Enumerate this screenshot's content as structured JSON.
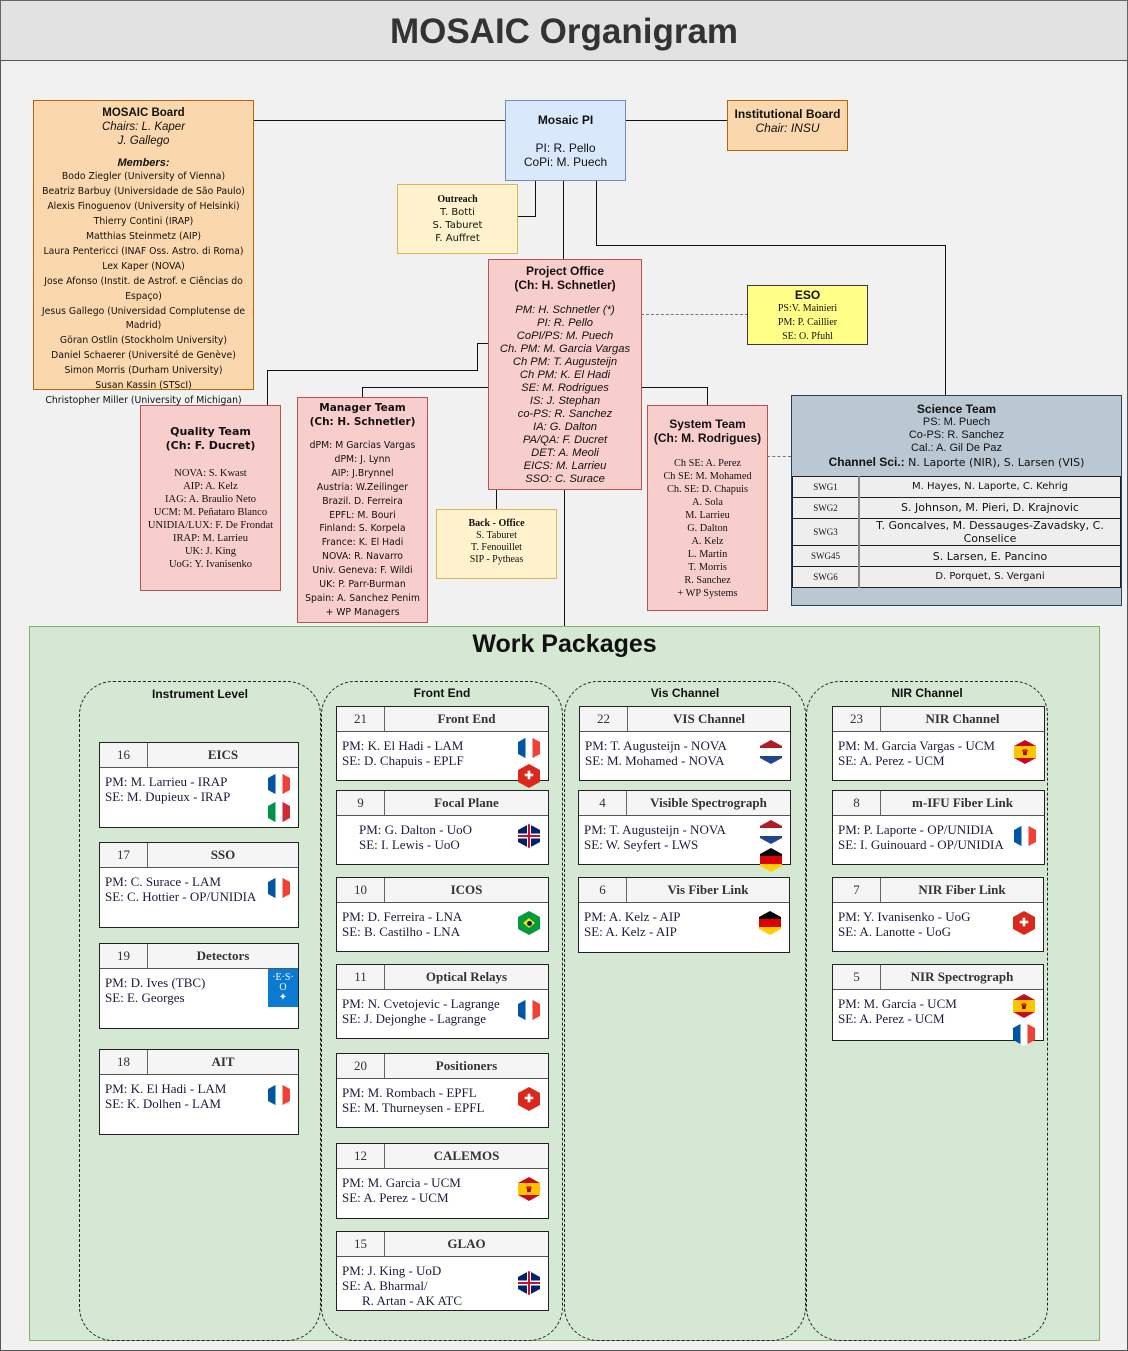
{
  "title": "MOSAIC Organigram",
  "colors": {
    "board": "#fad7ac",
    "pi": "#dae8fc",
    "outreach": "#fff2cc",
    "eso": "#ffff88",
    "teams": "#f8cecc",
    "science": "#bac8d3",
    "work_packages": "#d5e8d4"
  },
  "board": {
    "title": "MOSAIC Board",
    "chairs": [
      "Chairs: L. Kaper",
      "J. Gallego"
    ],
    "members_label": "Members:",
    "members": [
      "Bodo Ziegler (University of Vienna)",
      "Beatriz Barbuy (Universidade de São Paulo)",
      "Alexis Finoguenov (University of Helsinki)",
      "Thierry Contini (IRAP)",
      "Matthias Steinmetz (AIP)",
      "Laura Pentericci (INAF Oss. Astro. di Roma)",
      "Lex Kaper (NOVA)",
      "Jose Afonso (Instit. de Astrof. e Ciências do Espaço)",
      "Jesus Gallego (Universidad Complutense de Madrid)",
      "Göran Ostlin (Stockholm University)",
      "Daniel Schaerer (Université de Genève)",
      "Simon Morris (Durham University)",
      "Susan Kassin (STScI)",
      "Christopher Miller (University of Michigan)"
    ]
  },
  "pi": {
    "title": "Mosaic PI",
    "lines": [
      "PI: R. Pello",
      "CoPi: M. Puech"
    ]
  },
  "institutional_board": {
    "title": "Institutional Board",
    "chair": "Chair: INSU"
  },
  "outreach": {
    "title": "Outreach",
    "members": [
      "T. Botti",
      "S. Taburet",
      "F. Auffret"
    ]
  },
  "project_office": {
    "title": "Project Office",
    "subtitle": "(Ch: H. Schnetler)",
    "members": [
      "PM: H. Schnetler (*)",
      "PI: R. Pello",
      "CoPI/PS: M. Puech",
      "Ch. PM: M. Garcia Vargas",
      "Ch PM: T. Augusteijn",
      "Ch PM: K. El Hadi",
      "SE: M. Rodrigues",
      "IS: J. Stephan",
      "co-PS: R. Sanchez",
      "IA: G. Dalton",
      "PA/QA: F. Ducret",
      "DET: A. Meoli",
      "EICS: M. Larrieu",
      "SSO: C. Surace"
    ]
  },
  "eso": {
    "title": "ESO",
    "members": [
      "PS:V. Mainieri",
      "PM: P. Caillier",
      "SE: O. Pfuhl"
    ]
  },
  "quality_team": {
    "title": "Quality Team",
    "subtitle": "(Ch: F. Ducret)",
    "members": [
      "NOVA: S. Kwast",
      "AIP: A. Kelz",
      "IAG: A. Braulio Neto",
      "UCM: M. Peñataro Blanco",
      "UNIDIA/LUX: F. De Frondat",
      "IRAP: M. Larrieu",
      "UK: J. King",
      "UoG: Y. Ivanisenko"
    ]
  },
  "manager_team": {
    "title": "Manager Team",
    "subtitle": "(Ch: H. Schnetler)",
    "members": [
      "dPM: M Garcias Vargas",
      "dPM: J. Lynn",
      "AIP: J.Brynnel",
      "Austria: W.Zeilinger",
      "Brazil. D. Ferreira",
      "EPFL: M. Bouri",
      "Finland: S. Korpela",
      "France: K. El Hadi",
      "NOVA: R. Navarro",
      "Univ. Geneva: F. Wildi",
      "UK: P. Parr-Burman",
      "Spain: A. Sanchez Penim",
      "+ WP Managers"
    ]
  },
  "back_office": {
    "title": "Back - Office",
    "members": [
      "S. Taburet",
      "T. Fenouillet",
      "SIP - Pytheas"
    ]
  },
  "system_team": {
    "title": "System Team",
    "subtitle": "(Ch: M. Rodrigues)",
    "members": [
      "Ch SE: A. Perez",
      "Ch SE: M. Mohamed",
      "Ch. SE: D. Chapuis",
      "A. Sola",
      "M. Larrieu",
      "G. Dalton",
      "A. Kelz",
      "L. Martin",
      "T. Morris",
      "R. Sanchez",
      "+ WP Systems"
    ]
  },
  "science_team": {
    "title": "Science Team",
    "lines": [
      "PS: M. Puech",
      "Co-PS: R. Sanchez",
      "Cal.: A. Gil De Paz"
    ],
    "channel_label": "Channel Sci.:",
    "channel_value": " N. Laporte (NIR), S. Larsen (VIS)",
    "swgs": [
      {
        "name": "SWG1",
        "members": "M. Hayes, N. Laporte, C. Kehrig"
      },
      {
        "name": "SWG2",
        "members": "S. Johnson, M. Pieri, D. Krajnovic"
      },
      {
        "name": "SWG3",
        "members": "T. Goncalves, M. Dessauges-Zavadsky, C. Conselice"
      },
      {
        "name": "SWG45",
        "members": "S. Larsen, E. Pancino"
      },
      {
        "name": "SWG6",
        "members": "D. Porquet, S. Vergani"
      }
    ]
  },
  "work_packages": {
    "title": "Work Packages",
    "groups": [
      {
        "title": "Instrument Level",
        "packages": [
          {
            "num": "16",
            "name": "EICS",
            "pm": "PM: M. Larrieu - IRAP",
            "se": "SE: M. Dupieux - IRAP",
            "flags": [
              "france-flag-icon",
              "italy-flag-icon"
            ]
          },
          {
            "num": "17",
            "name": "SSO",
            "pm": "PM: C. Surace - LAM",
            "se": "SE: C. Hottier - OP/UNIDIA",
            "flags": [
              "france-flag-icon"
            ]
          },
          {
            "num": "19",
            "name": "Detectors",
            "pm": "PM: D. Ives (TBC)",
            "se": "SE:  E. Georges",
            "flags": [
              "eso-logo-icon"
            ]
          },
          {
            "num": "18",
            "name": "AIT",
            "pm": "PM: K. El Hadi - LAM",
            "se": "SE: K. Dolhen - LAM",
            "flags": [
              "france-flag-icon"
            ]
          }
        ]
      },
      {
        "title": "Front End",
        "packages": [
          {
            "num": "21",
            "name": "Front End",
            "pm": "PM: K. El Hadi - LAM",
            "se": "SE:  D. Chapuis - EPLF",
            "flags": [
              "france-flag-icon",
              "switzerland-flag-icon"
            ]
          },
          {
            "num": "9",
            "name": "Focal Plane",
            "pm": "PM: G. Dalton - UoO",
            "se": "SE: I. Lewis - UoO",
            "flags": [
              "uk-flag-icon"
            ]
          },
          {
            "num": "10",
            "name": "ICOS",
            "pm": "PM: D. Ferreira - LNA",
            "se": "SE: B. Castilho - LNA",
            "flags": [
              "brazil-flag-icon"
            ]
          },
          {
            "num": "11",
            "name": "Optical Relays",
            "pm": "PM: N. Cvetojevic - Lagrange",
            "se": "SE: J. Dejonghe - Lagrange",
            "flags": [
              "france-flag-icon"
            ]
          },
          {
            "num": "20",
            "name": "Positioners",
            "pm": "PM: M. Rombach - EPFL",
            "se": "SE: M. Thurneysen - EPFL",
            "flags": [
              "switzerland-flag-icon"
            ]
          },
          {
            "num": "12",
            "name": "CALEMOS",
            "pm": "PM: M. Garcia - UCM",
            "se": "SE: A. Perez - UCM",
            "flags": [
              "spain-flag-icon"
            ]
          },
          {
            "num": "15",
            "name": "GLAO",
            "pm": "PM: J. King - UoD",
            "se": "SE: A. Bharmal/",
            "se2": "R. Artan - AK ATC",
            "flags": [
              "uk-flag-icon"
            ]
          }
        ]
      },
      {
        "title": "Vis Channel",
        "packages": [
          {
            "num": "22",
            "name": "VIS Channel",
            "pm": "PM: T. Augusteijn - NOVA",
            "se": "SE:  M. Mohamed - NOVA",
            "flags": [
              "netherlands-flag-icon"
            ]
          },
          {
            "num": "4",
            "name": "Visible Spectrograph",
            "pm": "PM: T. Augusteijn - NOVA",
            "se": "SE:  W. Seyfert - LWS",
            "flags": [
              "netherlands-flag-icon",
              "germany-flag-icon"
            ]
          },
          {
            "num": "6",
            "name": "Vis Fiber Link",
            "pm": "PM: A. Kelz - AIP",
            "se": "SE: A. Kelz - AIP",
            "flags": [
              "germany-flag-icon"
            ]
          }
        ]
      },
      {
        "title": "NIR Channel",
        "packages": [
          {
            "num": "23",
            "name": "NIR Channel",
            "pm": "PM: M. Garcia Vargas - UCM",
            "se": "SE: A. Perez - UCM",
            "flags": [
              "spain-flag-icon"
            ]
          },
          {
            "num": "8",
            "name": "m-IFU Fiber Link",
            "pm": "PM: P. Laporte - OP/UNIDIA",
            "se": "SE: I. Guinouard - OP/UNIDIA",
            "flags": [
              "france-flag-icon"
            ]
          },
          {
            "num": "7",
            "name": "NIR Fiber Link",
            "pm": "PM: Y. Ivanisenko - UoG",
            "se": "SE: A. Lanotte - UoG",
            "flags": [
              "switzerland-flag-icon"
            ]
          },
          {
            "num": "5",
            "name": "NIR Spectrograph",
            "pm": "PM: M. Garcia - UCM",
            "se": "SE: A. Perez - UCM",
            "flags": [
              "spain-flag-icon",
              "france-flag-icon"
            ]
          }
        ]
      }
    ]
  }
}
